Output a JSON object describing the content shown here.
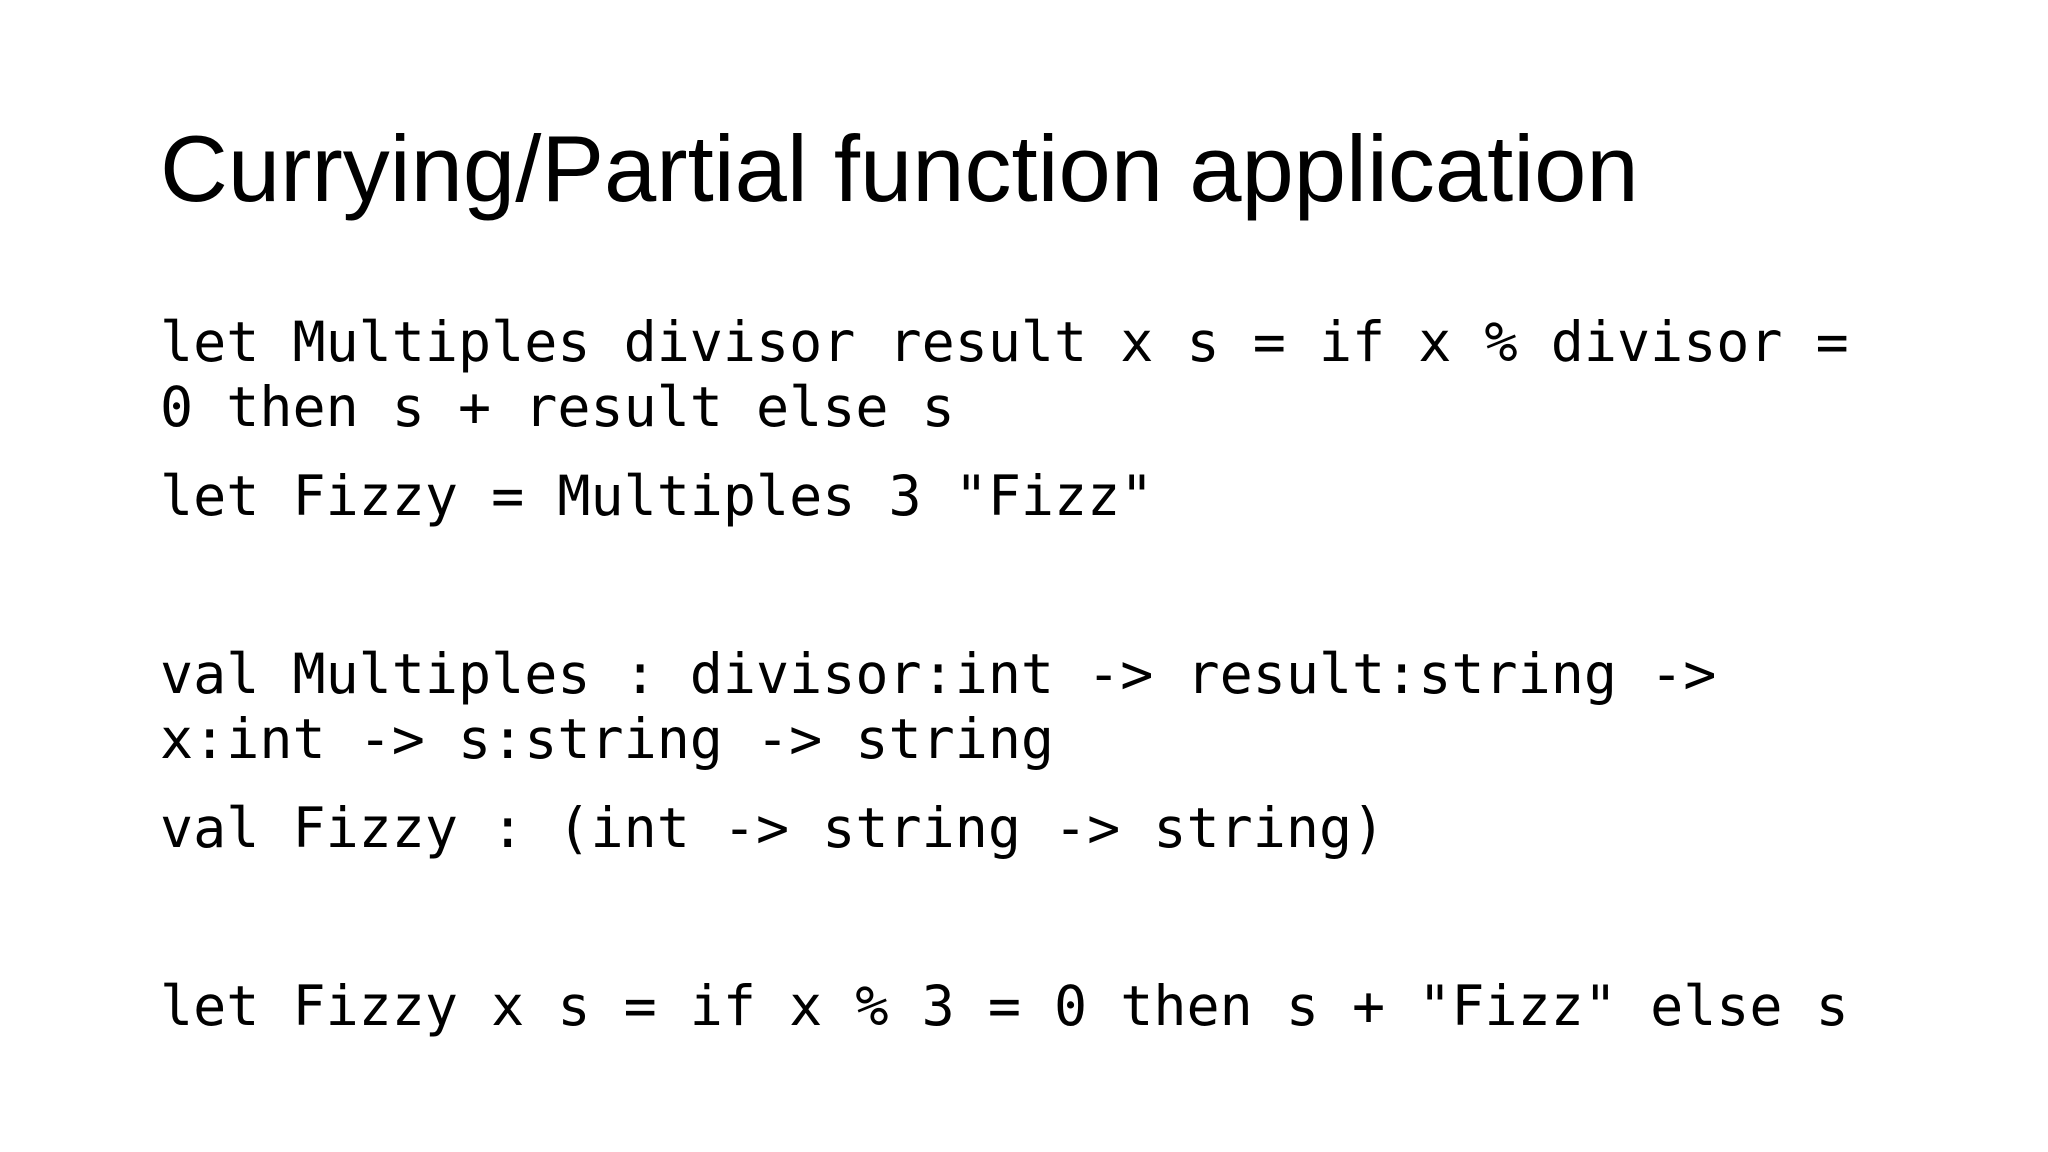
{
  "page": {
    "background_color": "#ffffff",
    "text_color": "#000000"
  },
  "slide": {
    "title": "Currying/Partial function application",
    "code": {
      "paragraphs": [
        {
          "lines": [
            "let Multiples divisor result x s = if x % divisor =",
            "0 then s + result else s"
          ]
        },
        {
          "lines": [
            "let Fizzy = Multiples 3 \"Fizz\""
          ]
        },
        {
          "lines": [
            ""
          ]
        },
        {
          "lines": [
            "val Multiples : divisor:int -> result:string ->",
            "x:int -> s:string -> string"
          ]
        },
        {
          "lines": [
            "val Fizzy : (int -> string -> string)"
          ]
        },
        {
          "lines": [
            ""
          ]
        },
        {
          "lines": [
            "let Fizzy x s = if x % 3 = 0 then s + \"Fizz\" else s"
          ]
        }
      ]
    }
  }
}
